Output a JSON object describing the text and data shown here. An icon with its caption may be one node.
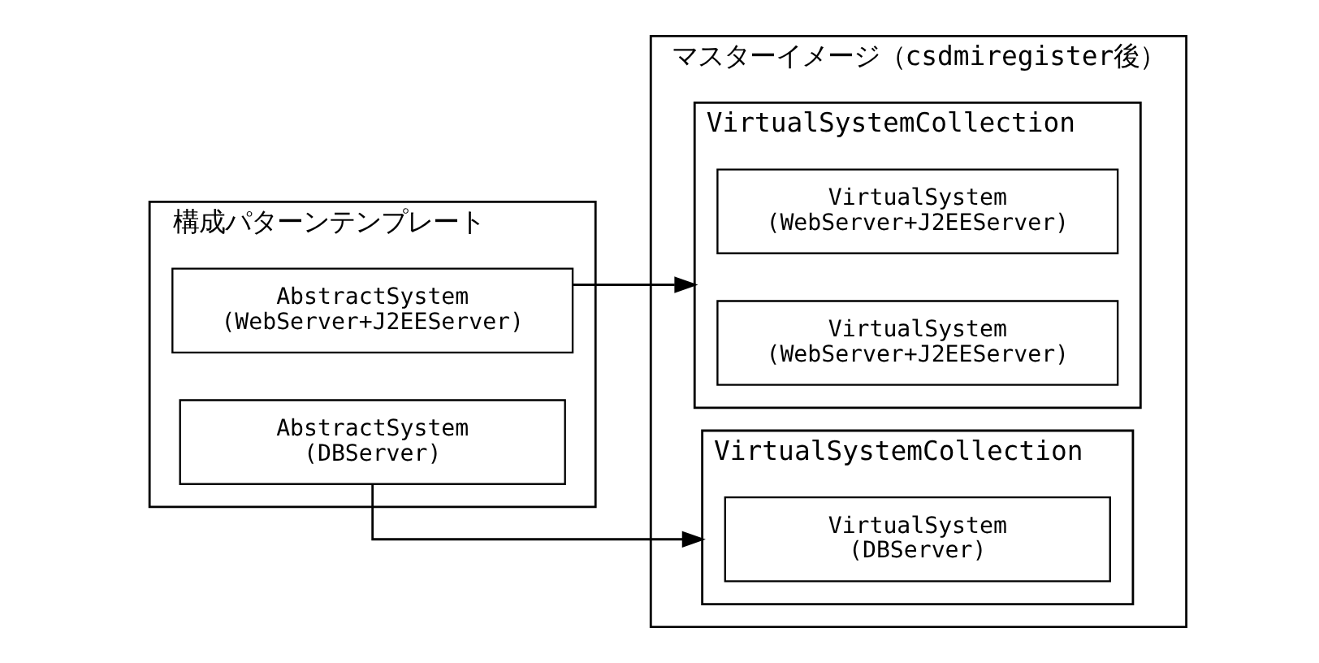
{
  "diagram": {
    "nodes": [
      {
        "text": [
          "構成パターンテンプレート"
        ]
      },
      {
        "text": [
          "AbstractSystem (WebServer+J2EEServer)"
        ],
        "in": 0
      },
      {
        "text": [
          "AbstractSystem (DBServer)"
        ],
        "in": 0
      },
      {
        "text": [
          "マスターイメージ（csdmiregister後）"
        ]
      },
      {
        "text": [
          "VirtualSystemCollection"
        ],
        "in": 3
      },
      {
        "text": [
          "VirtualSystem (WebServer+J2EEServer)"
        ],
        "in": 4
      },
      {
        "text": [
          "VirtualSystem (WebServer+J2EEServer)"
        ],
        "in": 4
      },
      {
        "text": [
          "VirtualSystemCollection"
        ],
        "in": 3
      },
      {
        "text": [
          "VirtualSystem (DBServer)"
        ],
        "in": 7
      }
    ],
    "edges": [
      {
        "from": 1,
        "to": 4,
        "arrow": "to"
      },
      {
        "from": 2,
        "to": 7,
        "arrow": "to"
      }
    ]
  }
}
